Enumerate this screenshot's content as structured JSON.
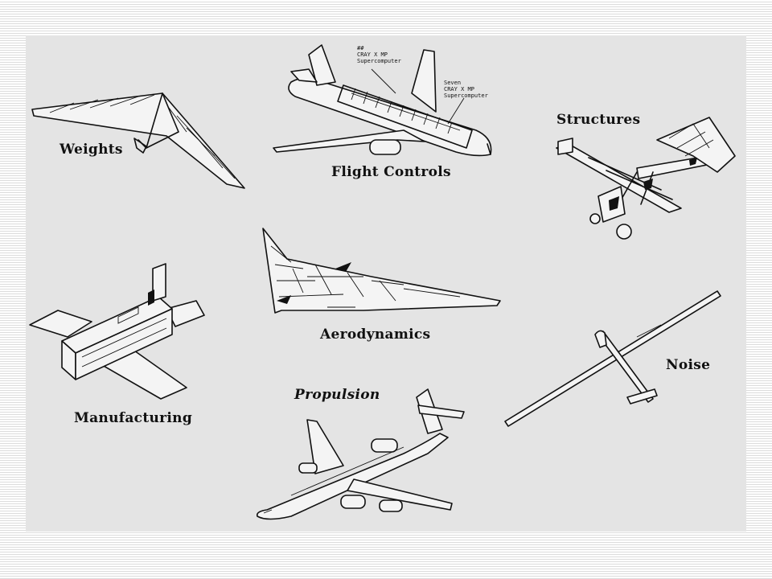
{
  "labels": {
    "weights": "Weights",
    "flight_controls": "Flight Controls",
    "structures": "Structures",
    "aerodynamics": "Aerodynamics",
    "manufacturing": "Manufacturing",
    "propulsion": "Propulsion",
    "noise": "Noise"
  },
  "annotations": {
    "cray_top_line1": "##",
    "cray_top_line2": "CRAY X MP",
    "cray_top_line3": "Supercomputer",
    "cray_right_line1": "Seven",
    "cray_right_line2": "CRAY X MP",
    "cray_right_line3": "Supercomputer"
  }
}
